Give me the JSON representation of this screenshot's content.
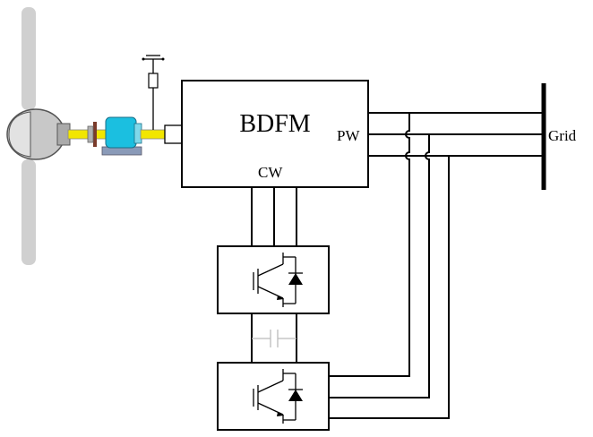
{
  "labels": {
    "machine": "BDFM",
    "power_winding": "PW",
    "control_winding": "CW",
    "grid": "Grid"
  },
  "colors": {
    "blade": "#d0d0d0",
    "nacelle": "#c8c8c8",
    "shaft": "#f2e600",
    "gearbox": "#1bbfe0",
    "gearbox_base": "#8a9ab8",
    "coupling": "#7a3a2a",
    "line": "#000000"
  },
  "icons": {
    "turbine": "wind-turbine-icon",
    "gearbox": "gearbox-icon",
    "anemometer": "anemometer-icon",
    "converter_switch": "igbt-diode-icon",
    "capacitor": "capacitor-icon"
  }
}
